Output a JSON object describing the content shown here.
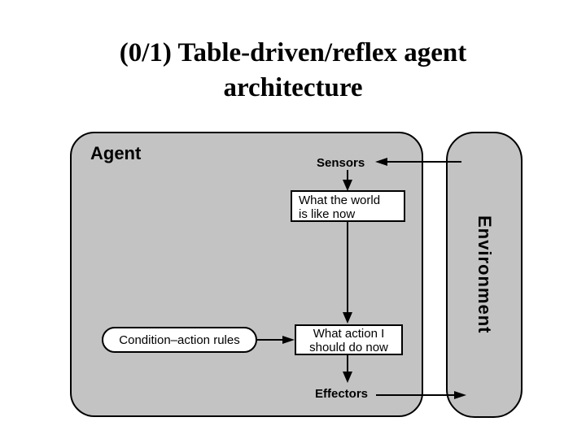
{
  "colors": {
    "background": "#ffffff",
    "container_fill": "#c3c3c3",
    "container_border": "#000000",
    "node_fill": "#ffffff",
    "text": "#000000"
  },
  "title": {
    "line1": "(0/1) Table-driven/reflex agent",
    "line2": "architecture"
  },
  "diagram": {
    "agent": {
      "label": "Agent"
    },
    "environment": {
      "label": "Environment"
    },
    "sensors": {
      "label": "Sensors"
    },
    "effectors": {
      "label": "Effectors"
    },
    "world_box": {
      "line1": "What the world",
      "line2": "is like now"
    },
    "action_box": {
      "line1": "What action I",
      "line2": "should do now"
    },
    "rules_pill": {
      "label": "Condition–action rules"
    },
    "edges": [
      {
        "from": "Environment",
        "to": "Sensors"
      },
      {
        "from": "Sensors",
        "to": "What the world is like now"
      },
      {
        "from": "What the world is like now",
        "to": "What action I should do now"
      },
      {
        "from": "Condition–action rules",
        "to": "What action I should do now"
      },
      {
        "from": "What action I should do now",
        "to": "Effectors"
      },
      {
        "from": "Effectors",
        "to": "Environment"
      }
    ]
  }
}
